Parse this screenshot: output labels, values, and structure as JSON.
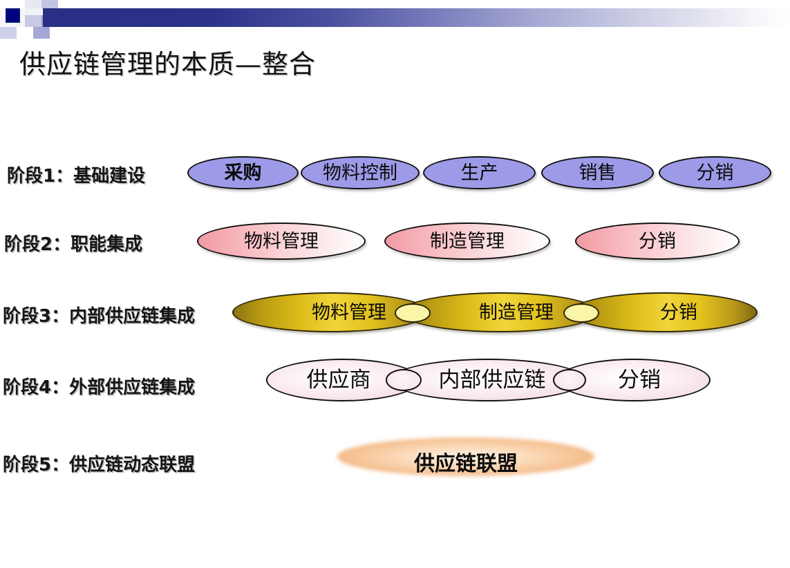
{
  "slide": {
    "title": "供应链管理的本质—整合",
    "background": "#ffffff"
  },
  "header": {
    "accent_dark": "#000080",
    "gradient_from": "#2a2f86",
    "gradient_to": "#ffffff",
    "squares": [
      {
        "name": "dark-navy-square",
        "color": "#000080"
      },
      {
        "name": "light-square-1",
        "color": "#b9bce0"
      },
      {
        "name": "light-square-2",
        "color": "#c9cbe6"
      },
      {
        "name": "light-square-3",
        "color": "#9fa3d4"
      },
      {
        "name": "light-square-4",
        "color": "#aeb1da"
      },
      {
        "name": "light-square-5",
        "color": "#c3c5e4"
      },
      {
        "name": "light-square-6",
        "color": "#9da1d2"
      }
    ]
  },
  "diagram": {
    "rows": [
      {
        "id": "stage-1",
        "label": "阶段1：基础建设",
        "style": "periwinkle",
        "fill": "#9d9ae8",
        "nodes": [
          {
            "text": "采购",
            "bold": true
          },
          {
            "text": "物料控制",
            "bold": false
          },
          {
            "text": "生产",
            "bold": false
          },
          {
            "text": "销售",
            "bold": false
          },
          {
            "text": "分销",
            "bold": false
          }
        ]
      },
      {
        "id": "stage-2",
        "label": "阶段2：职能集成",
        "style": "pink-gradient",
        "fill": "#f29aa3",
        "nodes": [
          {
            "text": "物料管理"
          },
          {
            "text": "制造管理"
          },
          {
            "text": "分销"
          }
        ]
      },
      {
        "id": "stage-3",
        "label": "阶段3：内部供应链集成",
        "style": "gold-gradient",
        "fill": "#ddbc19",
        "nodes": [
          {
            "text": "物料管理"
          },
          {
            "text": "制造管理"
          },
          {
            "text": "分销"
          }
        ]
      },
      {
        "id": "stage-4",
        "label": "阶段4：外部供应链集成",
        "style": "pale-pink",
        "fill": "#f4dde8",
        "nodes": [
          {
            "text": "供应商"
          },
          {
            "text": "内部供应链"
          },
          {
            "text": "分销"
          }
        ]
      },
      {
        "id": "stage-5",
        "label": "阶段5：供应链动态联盟",
        "style": "orange-glow",
        "fill": "#f7c79a",
        "nodes": [
          {
            "text": "供应链联盟"
          }
        ]
      }
    ]
  }
}
